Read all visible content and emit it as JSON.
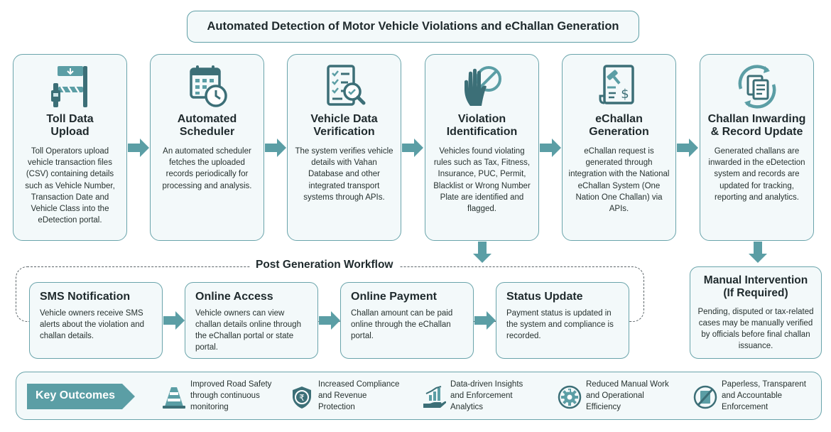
{
  "title": "Automated Detection of Motor Vehicle Violations and eChallan Generation",
  "steps": [
    {
      "title": "Toll Data\nUpload",
      "icon": "toll-barrier-icon",
      "desc": "Toll Operators upload vehicle transaction files (CSV) containing details such as Vehicle Number, Transaction Date and Vehicle Class into the eDetection portal."
    },
    {
      "title": "Automated\nScheduler",
      "icon": "calendar-clock-icon",
      "desc": "An automated scheduler fetches the uploaded records periodically for processing and analysis."
    },
    {
      "title": "Vehicle Data\nVerification",
      "icon": "checklist-magnifier-icon",
      "desc": "The system verifies vehicle details with Vahan Database and other integrated transport systems through APIs."
    },
    {
      "title": "Violation\nIdentification",
      "icon": "stop-hand-icon",
      "desc": "Vehicles found violating rules such as Tax, Fitness, Insurance, PUC, Permit, Blacklist or Wrong Number Plate are identified and flagged."
    },
    {
      "title": "eChallan\nGeneration",
      "icon": "gavel-document-icon",
      "desc": "eChallan request is generated through integration with the National eChallan System (One Nation One Challan) via APIs."
    },
    {
      "title": "Challan Inwarding\n& Record Update",
      "icon": "sync-documents-icon",
      "desc": "Generated challans are inwarded in the eDetection system and records are updated for tracking, reporting and analytics."
    }
  ],
  "workflow": {
    "label": "Post Generation Workflow",
    "items": [
      {
        "title": "SMS Notification",
        "desc": "Vehicle owners receive SMS alerts about the violation and challan details."
      },
      {
        "title": "Online Access",
        "desc": "Vehicle owners can view challan details online through the eChallan portal or state portal."
      },
      {
        "title": "Online Payment",
        "desc": "Challan amount can be paid online through the eChallan portal."
      },
      {
        "title": "Status Update",
        "desc": "Payment status is updated in the system and compliance is recorded."
      }
    ]
  },
  "manual": {
    "title": "Manual Intervention\n(If Required)",
    "desc": "Pending, disputed or tax-related cases may be manually verified by officials before final challan issuance."
  },
  "outcomes": {
    "label": "Key Outcomes",
    "items": [
      {
        "text": "Improved Road Safety\nthrough continuous\nmonitoring",
        "icon": "traffic-cone-icon"
      },
      {
        "text": "Increased Compliance\nand Revenue\nProtection",
        "icon": "rupee-shield-icon"
      },
      {
        "text": "Data-driven Insights\nand Enforcement\nAnalytics",
        "icon": "hand-chart-icon"
      },
      {
        "text": "Reduced Manual Work\nand Operational\nEfficiency",
        "icon": "gear-arrows-icon"
      },
      {
        "text": "Paperless, Transparent\nand Accountable\nEnforcement",
        "icon": "no-paper-icon"
      }
    ]
  },
  "colors": {
    "accent": "#5b9ea5",
    "icon_dark": "#3c6f77",
    "border": "#6aa4ab",
    "card_bg": "#f3f9fa"
  }
}
